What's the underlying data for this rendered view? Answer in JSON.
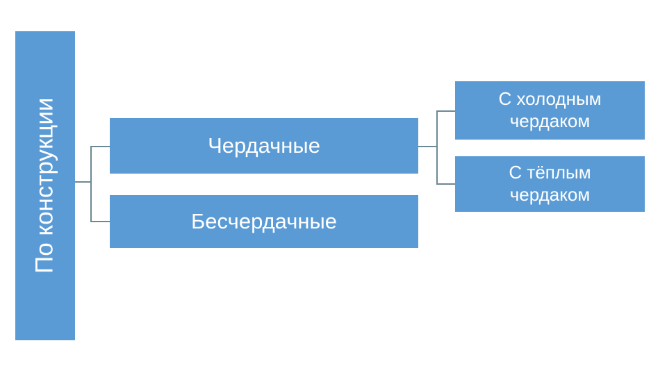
{
  "diagram": {
    "type": "hierarchy-tree",
    "orientation": "left-to-right",
    "colors": {
      "node_fill": "#5B9BD5",
      "node_text": "#FFFFFF",
      "connector": "#6B8894",
      "background": "#FFFFFF"
    },
    "root": {
      "label": "По конструкции",
      "orientation": "vertical-rotated"
    },
    "level1": [
      {
        "label": "Чердачные"
      },
      {
        "label": "Бесчердачные"
      }
    ],
    "level2": [
      {
        "label": "С холодным чердаком",
        "line1": "С холодным",
        "line2": "чердаком"
      },
      {
        "label": "С тёплым чердаком",
        "line1": "С тёплым",
        "line2": "чердаком"
      }
    ]
  }
}
